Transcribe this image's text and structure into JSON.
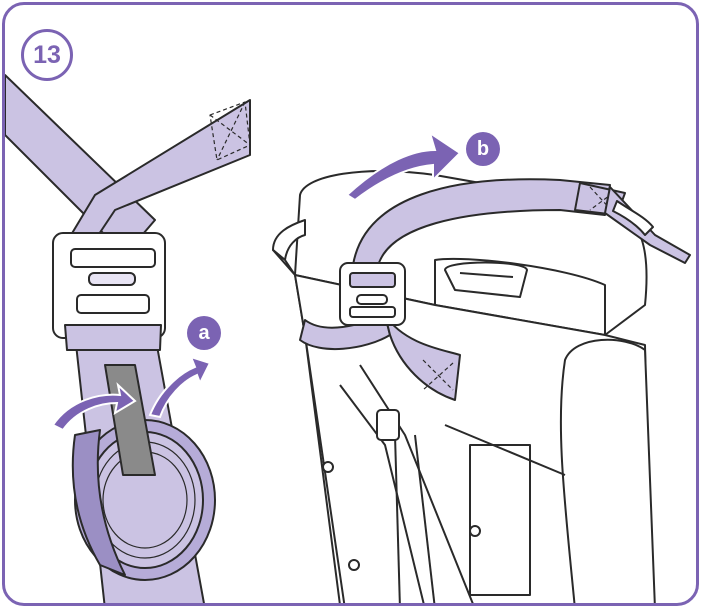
{
  "step": {
    "number": "13"
  },
  "labels": {
    "a": "a",
    "b": "b"
  },
  "colors": {
    "accent": "#7b63b3",
    "strap": "#cbc3e3",
    "strap_shadow": "#9b8fc4",
    "keeper": "#8a8a8a",
    "outline": "#2a2a2a"
  },
  "icons": [
    "twist-arrow-left-icon",
    "twist-arrow-right-icon",
    "upward-arrow-icon"
  ]
}
